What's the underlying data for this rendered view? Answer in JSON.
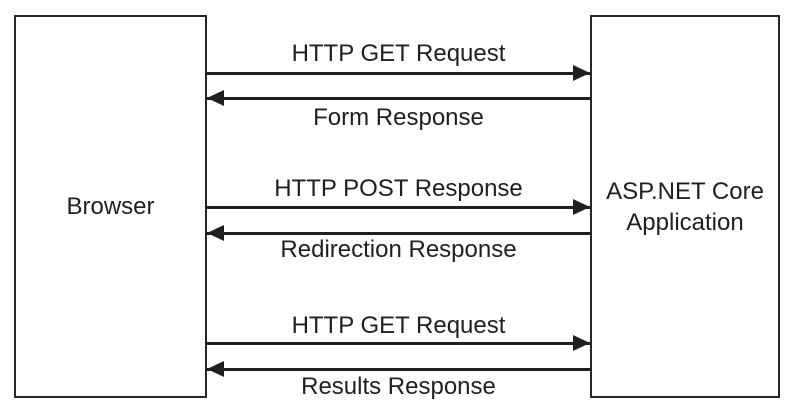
{
  "diagram": {
    "left_box": {
      "label": "Browser"
    },
    "right_box": {
      "label_lines": [
        "ASP.NET Core",
        "Application"
      ]
    },
    "messages": [
      {
        "label": "HTTP GET Request",
        "from": "Browser",
        "to": "ASP.NET Core Application",
        "direction": "right",
        "label_position": "above"
      },
      {
        "label": "Form Response",
        "from": "ASP.NET Core Application",
        "to": "Browser",
        "direction": "left",
        "label_position": "below"
      },
      {
        "label": "HTTP POST Response",
        "from": "Browser",
        "to": "ASP.NET Core Application",
        "direction": "right",
        "label_position": "above"
      },
      {
        "label": "Redirection Response",
        "from": "ASP.NET Core Application",
        "to": "Browser",
        "direction": "left",
        "label_position": "below"
      },
      {
        "label": "HTTP GET Request",
        "from": "Browser",
        "to": "ASP.NET Core Application",
        "direction": "right",
        "label_position": "above"
      },
      {
        "label": "Results Response",
        "from": "ASP.NET Core Application",
        "to": "Browser",
        "direction": "left",
        "label_position": "below"
      }
    ],
    "colors": {
      "line": "#1f1f1f",
      "text": "#1f1f1f",
      "background": "#ffffff",
      "box_border": "#272727"
    }
  }
}
